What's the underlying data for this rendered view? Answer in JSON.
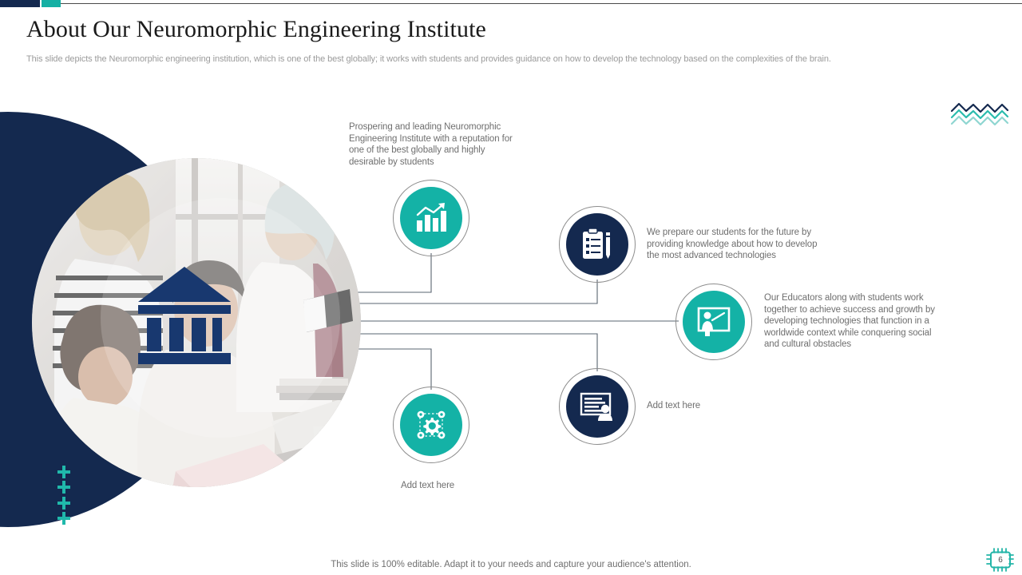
{
  "slide": {
    "title": "About Our Neuromorphic Engineering Institute",
    "subtitle": "This slide depicts the Neuromorphic engineering institution, which is one of the best globally; it works with students and provides guidance on how to develop the technology based on the complexities of the brain.",
    "footer_note": "This slide is 100% editable. Adapt it to your needs and capture your audience's attention.",
    "page_number": "6"
  },
  "colors": {
    "navy": "#14294f",
    "teal": "#14b2a6",
    "teal_light": "#7fd3cf",
    "text_gray": "#6f6f6f",
    "subtitle_gray": "#9b9b9b",
    "ring_gray": "#8d8d8d"
  },
  "center": {
    "icon": "institution-building-icon",
    "photo_alt": "students-and-educators-photo"
  },
  "nodes": [
    {
      "id": "node-growth",
      "icon": "bar-chart-growth-icon",
      "color": "teal",
      "text": "Prospering and leading Neuromorphic Engineering Institute with a reputation for one of the best globally and highly desirable by students"
    },
    {
      "id": "node-clipboard",
      "icon": "clipboard-pencil-icon",
      "color": "navy",
      "text": "We prepare our students for the future by providing knowledge about how to develop the most advanced technologies"
    },
    {
      "id": "node-teaching",
      "icon": "teacher-whiteboard-icon",
      "color": "teal",
      "text": "Our Educators along with students work together to achieve success and growth by developing technologies that function in a worldwide context while conquering social and cultural obstacles"
    },
    {
      "id": "node-gears",
      "icon": "gear-network-icon",
      "color": "teal",
      "text": "Add text here"
    },
    {
      "id": "node-presentation",
      "icon": "monitor-presentation-person-icon",
      "color": "navy",
      "text": "Add text here"
    }
  ]
}
